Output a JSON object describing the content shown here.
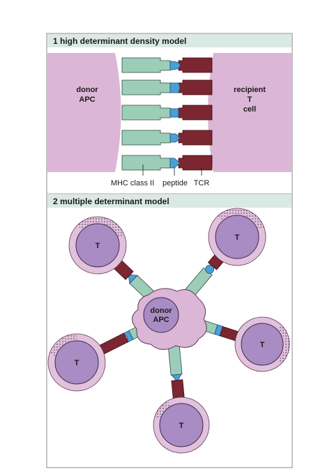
{
  "panel1": {
    "title": "1 high determinant density model",
    "donor_line1": "donor",
    "donor_line2": "APC",
    "recipient_line1": "recipient",
    "recipient_line2": "T",
    "recipient_line3": "cell",
    "label_mhc": "MHC class II",
    "label_peptide": "peptide",
    "label_tcr": "TCR"
  },
  "panel2": {
    "title": "2 multiple determinant model",
    "apc_line1": "donor",
    "apc_line2": "APC",
    "t_cell_label": "T"
  },
  "colors": {
    "header_bg": "#dbe9e4",
    "apc_membrane": "#dcb6d6",
    "mhc": "#9ccdb8",
    "tcr": "#7b2630",
    "peptide": "#4a9fd8",
    "t_cell_inner": "#a98cc4",
    "t_cell_outer": "#e2c1dc",
    "panel_border": "#8a8a8a"
  }
}
